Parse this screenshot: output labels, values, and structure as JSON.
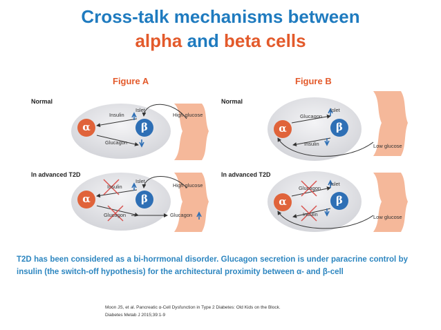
{
  "title": {
    "line1": "Cross-talk mechanisms between",
    "line2_part1": "alpha",
    "line2_part2": " and ",
    "line2_part3": "beta cells"
  },
  "figure_a": {
    "label": "Figure A",
    "normal": {
      "section": "Normal",
      "islet": "Islet",
      "insulin": "Insulin",
      "glucagon": "Glucagon",
      "stimulus": "High glucose",
      "alpha": "α",
      "beta": "β"
    },
    "t2d": {
      "section": "In advanced T2D",
      "islet": "Islet",
      "insulin": "Insulin",
      "glucagon": "Glucagon",
      "stimulus": "High glucose",
      "output": "Glucagon",
      "alpha": "α",
      "beta": "β"
    }
  },
  "figure_b": {
    "label": "Figure B",
    "normal": {
      "section": "Normal",
      "islet": "Islet",
      "insulin": "Insulin",
      "glucagon": "Glucagon",
      "stimulus": "Low glucose",
      "alpha": "α",
      "beta": "β"
    },
    "t2d": {
      "section": "In advanced T2D",
      "islet": "Islet",
      "insulin": "Insulin",
      "glucagon": "Glucagon",
      "stimulus": "Low glucose",
      "alpha": "α",
      "beta": "β"
    }
  },
  "body_text": "T2D has been considered as a bi-horrmonal disorder. Glucagon secretion is under paracrine control by insulin (the switch-off hypothesis) for the architectural proximity between α- and β-cell",
  "reference": {
    "line1": "Moon JS, et al. Pancreatic α-Cell Dysfunction in Type 2 Diabetes: Old Kids on the Block.",
    "line2": "Diabetes Metab J 2015;39:1-9"
  },
  "colors": {
    "title_blue": "#1f7bbf",
    "accent_orange": "#e35a2b",
    "alpha_cell": "#e0633a",
    "beta_cell": "#2e6fb5",
    "vessel": "#f5b89a"
  }
}
